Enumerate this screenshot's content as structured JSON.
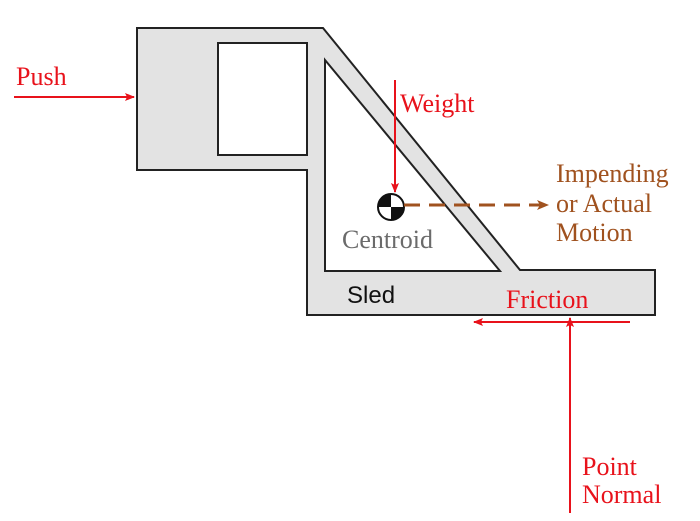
{
  "labels": {
    "push": "Push",
    "weight": "Weight",
    "centroid": "Centroid",
    "sled": "Sled",
    "friction": "Friction",
    "motion_line1": "Impending",
    "motion_line2": "or Actual",
    "motion_line3": "Motion",
    "normal_line1": "Point",
    "normal_line2": "Normal"
  },
  "colors": {
    "force": "#e8121b",
    "motion": "#a0521f",
    "body_fill": "#e3e3e3",
    "outline": "#222222",
    "centroid_text": "#6b6b6b"
  }
}
